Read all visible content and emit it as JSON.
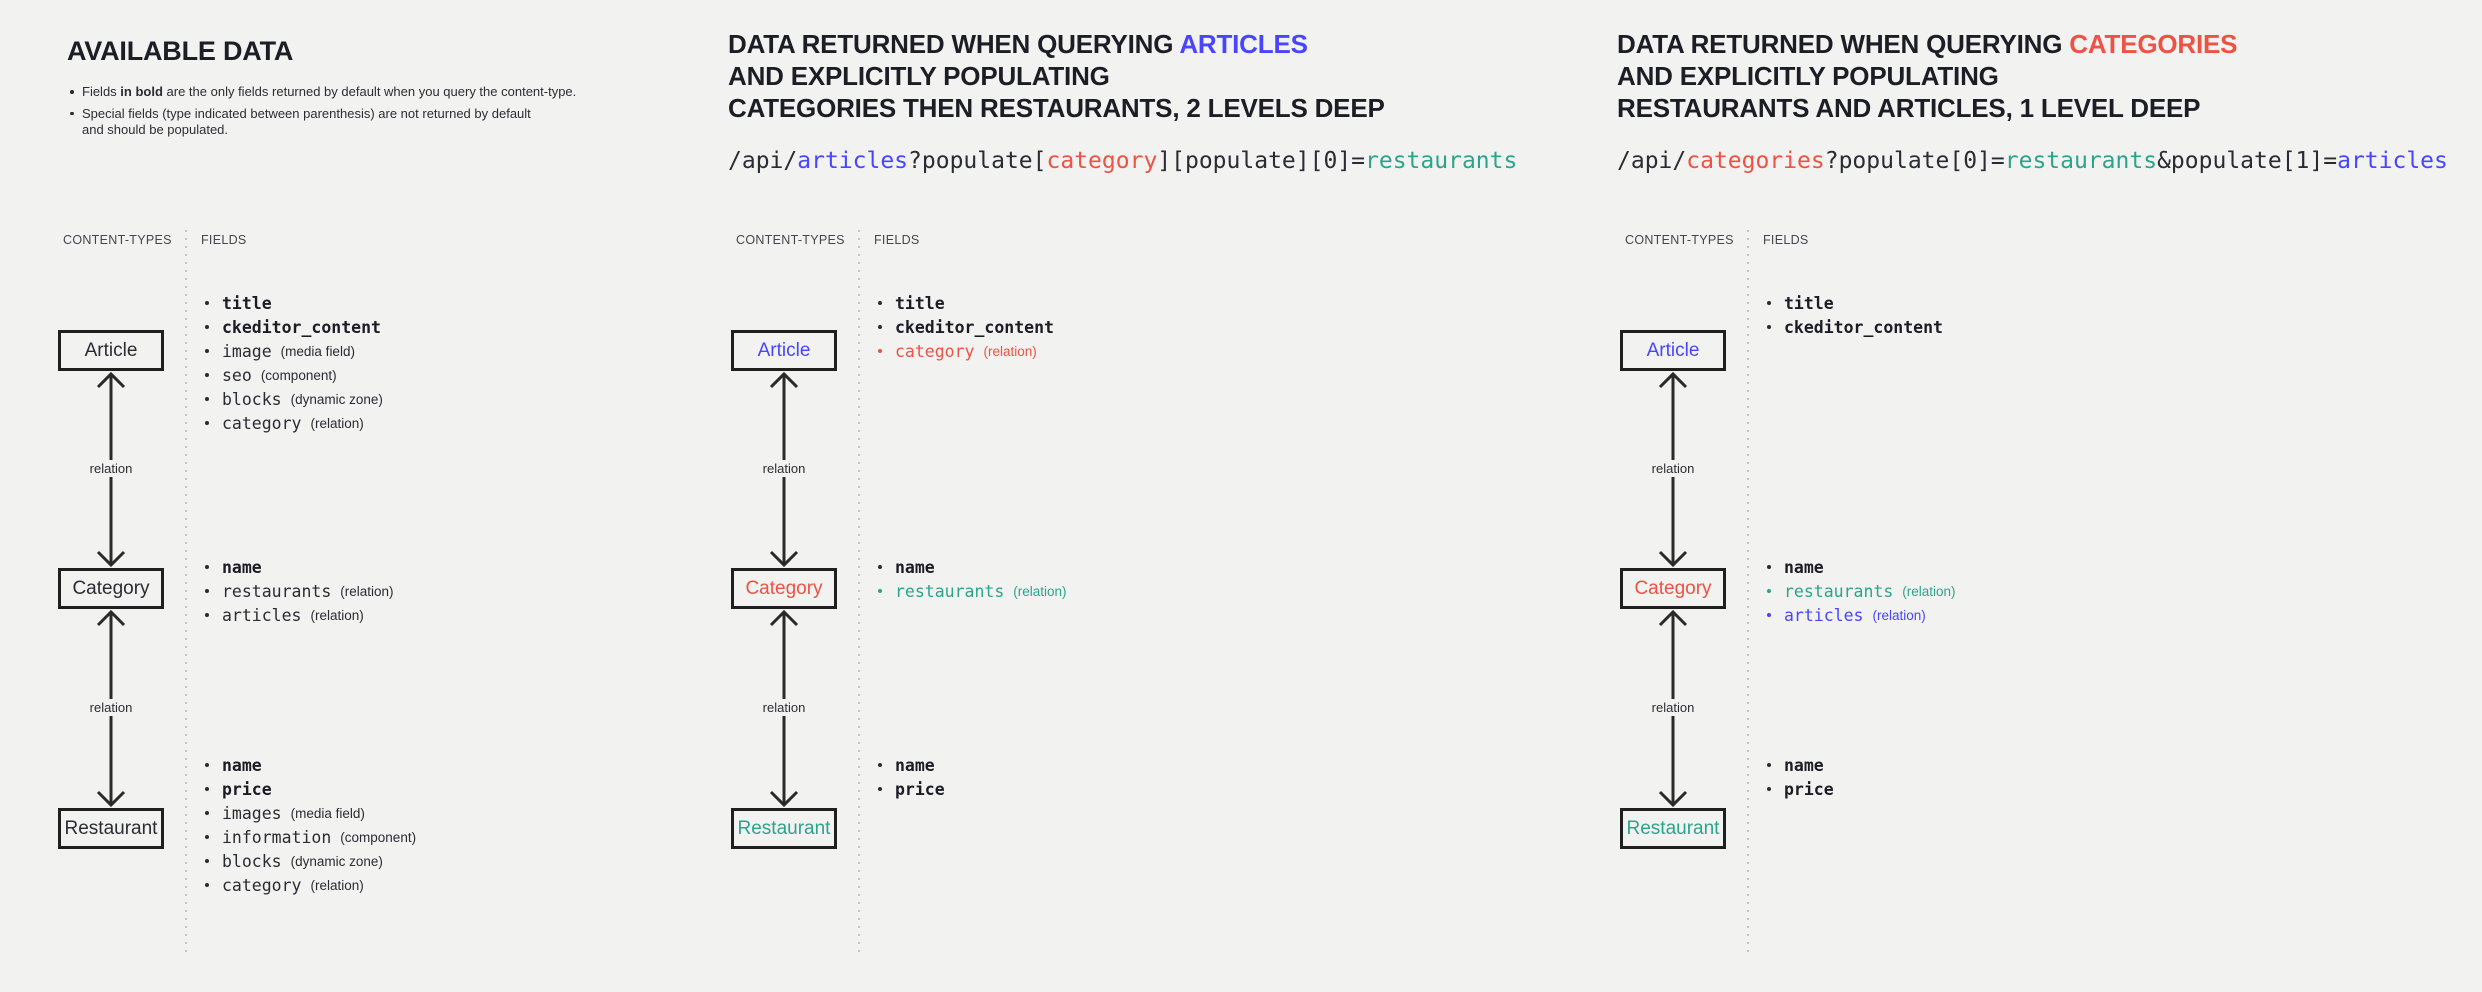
{
  "palette": {
    "dark": "#2b2b33",
    "blue": "#4945ff",
    "red": "#ee5244",
    "teal": "#2aa58c"
  },
  "background": "#f2f2f1",
  "connector_label": "relation",
  "diagram_headers": {
    "content_types": "CONTENT-TYPES",
    "fields": "FIELDS"
  },
  "columns": [
    {
      "id": "available-data",
      "title": "AVAILABLE DATA",
      "notes": [
        {
          "segments": [
            {
              "text": "Fields "
            },
            {
              "text": "in bold",
              "bold": true
            },
            {
              "text": " are the only fields returned by default when you query the content-type."
            }
          ]
        },
        {
          "segments": [
            {
              "text": "Special fields (type indicated between parenthesis) are not returned by default\nand should be populated."
            }
          ]
        }
      ],
      "nodes": [
        {
          "label": "Article",
          "label_color": "dark",
          "fields": [
            {
              "name": "title",
              "bold": true
            },
            {
              "name": "ckeditor_content",
              "bold": true
            },
            {
              "name": "image",
              "type": "(media field)"
            },
            {
              "name": "seo",
              "type": "(component)"
            },
            {
              "name": "blocks",
              "type": "(dynamic zone)"
            },
            {
              "name": "category",
              "type": "(relation)"
            }
          ]
        },
        {
          "label": "Category",
          "label_color": "dark",
          "fields": [
            {
              "name": "name",
              "bold": true
            },
            {
              "name": "restaurants",
              "type": "(relation)"
            },
            {
              "name": "articles",
              "type": "(relation)"
            }
          ]
        },
        {
          "label": "Restaurant",
          "label_color": "dark",
          "fields": [
            {
              "name": "name",
              "bold": true
            },
            {
              "name": "price",
              "bold": true
            },
            {
              "name": "images",
              "type": "(media field)"
            },
            {
              "name": "information",
              "type": "(component)"
            },
            {
              "name": "blocks",
              "type": "(dynamic zone)"
            },
            {
              "name": "category",
              "type": "(relation)"
            }
          ]
        }
      ]
    },
    {
      "id": "query-articles",
      "heading_lines": [
        [
          {
            "text": "DATA RETURNED WHEN QUERYING "
          },
          {
            "text": "ARTICLES",
            "color": "blue"
          }
        ],
        [
          {
            "text": "AND EXPLICITLY POPULATING"
          }
        ],
        [
          {
            "text": "CATEGORIES THEN RESTAURANTS, 2 LEVELS DEEP"
          }
        ]
      ],
      "code_segments": [
        {
          "text": "/api/"
        },
        {
          "text": "articles",
          "color": "blue"
        },
        {
          "text": "?populate["
        },
        {
          "text": "category",
          "color": "red"
        },
        {
          "text": "][populate][0]="
        },
        {
          "text": "restaurants",
          "color": "teal"
        }
      ],
      "nodes": [
        {
          "label": "Article",
          "label_color": "blue",
          "fields": [
            {
              "name": "title",
              "bold": true
            },
            {
              "name": "ckeditor_content",
              "bold": true
            },
            {
              "name": "category",
              "type": "(relation)",
              "color": "red"
            }
          ]
        },
        {
          "label": "Category",
          "label_color": "red",
          "fields": [
            {
              "name": "name",
              "bold": true
            },
            {
              "name": "restaurants",
              "type": "(relation)",
              "color": "teal"
            }
          ]
        },
        {
          "label": "Restaurant",
          "label_color": "teal",
          "fields": [
            {
              "name": "name",
              "bold": true
            },
            {
              "name": "price",
              "bold": true
            }
          ]
        }
      ]
    },
    {
      "id": "query-categories",
      "heading_lines": [
        [
          {
            "text": "DATA RETURNED WHEN QUERYING "
          },
          {
            "text": "CATEGORIES",
            "color": "red"
          }
        ],
        [
          {
            "text": "AND EXPLICITLY POPULATING"
          }
        ],
        [
          {
            "text": "RESTAURANTS AND ARTICLES, 1 LEVEL DEEP"
          }
        ]
      ],
      "code_segments": [
        {
          "text": "/api/"
        },
        {
          "text": "categories",
          "color": "red"
        },
        {
          "text": "?populate[0]="
        },
        {
          "text": "restaurants",
          "color": "teal"
        },
        {
          "text": "&populate[1]="
        },
        {
          "text": "articles",
          "color": "blue"
        }
      ],
      "nodes": [
        {
          "label": "Article",
          "label_color": "blue",
          "fields": [
            {
              "name": "title",
              "bold": true
            },
            {
              "name": "ckeditor_content",
              "bold": true
            }
          ]
        },
        {
          "label": "Category",
          "label_color": "red",
          "fields": [
            {
              "name": "name",
              "bold": true
            },
            {
              "name": "restaurants",
              "type": "(relation)",
              "color": "teal"
            },
            {
              "name": "articles",
              "type": "(relation)",
              "color": "blue"
            }
          ]
        },
        {
          "label": "Restaurant",
          "label_color": "teal",
          "fields": [
            {
              "name": "name",
              "bold": true
            },
            {
              "name": "price",
              "bold": true
            }
          ]
        }
      ]
    }
  ]
}
